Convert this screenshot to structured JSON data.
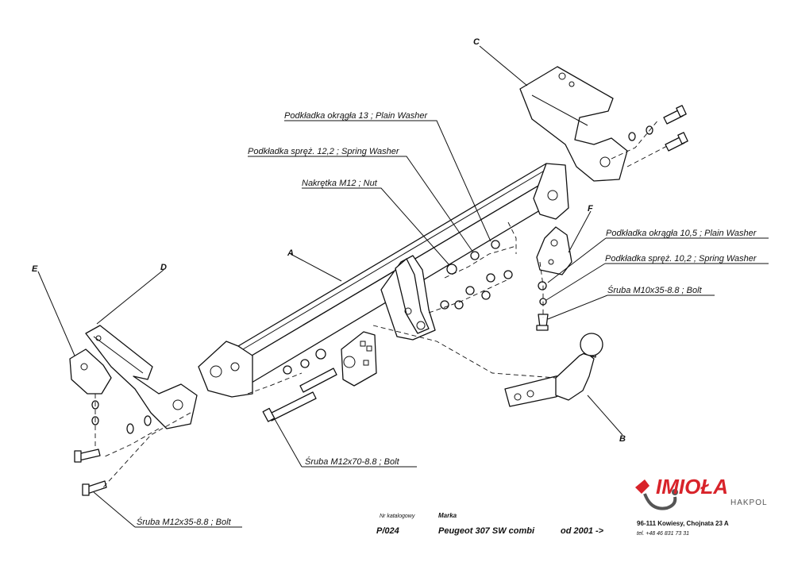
{
  "parts": {
    "A": "A",
    "B": "B",
    "C": "C",
    "D": "D",
    "E": "E",
    "F": "F"
  },
  "callouts": {
    "washer13": "Podkładka okrągła 13 ; Plain Washer",
    "spring12": "Podkładka spręż. 12,2 ; Spring Washer",
    "nut12": "Nakrętka  M12 ; Nut",
    "washer105": "Podkładka okrągła 10,5 ; Plain Washer",
    "spring102": "Podkładka spręż. 10,2 ; Spring Washer",
    "bolt10x35": "Śruba M10x35-8.8  ;  Bolt",
    "bolt12x70": "Śruba M12x70-8.8  ;  Bolt",
    "bolt12x35": "Śruba M12x35-8.8  ;  Bolt"
  },
  "footer": {
    "catalog_label": "Nr katalogowy",
    "catalog_no": "P/024",
    "brand_label": "Marka",
    "model": "Peugeot 307 SW combi",
    "year": "od 2001 ->",
    "address": "96-111 Kowiesy, Chojnata 23 A",
    "phone": "tel. +48 46 831 73 31"
  },
  "logo": {
    "name": "IMIOŁA",
    "sub": "HAKPOL",
    "icon": "hook-logo-icon"
  },
  "colors": {
    "brand_red": "#d8232a"
  }
}
